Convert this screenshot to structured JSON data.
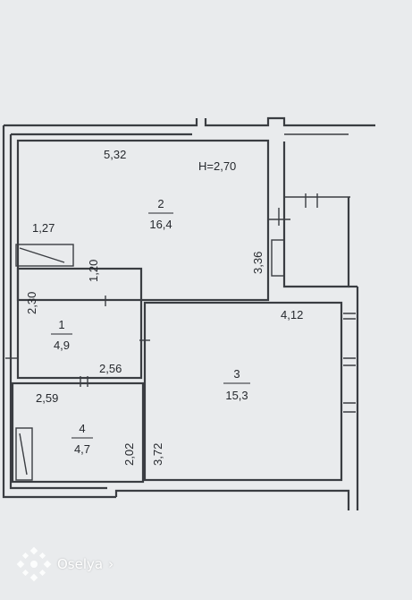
{
  "ceiling_height": "H=2,70",
  "rooms": [
    {
      "number": "1",
      "area": "4,9"
    },
    {
      "number": "2",
      "area": "16,4"
    },
    {
      "number": "3",
      "area": "15,3"
    },
    {
      "number": "4",
      "area": "4,7"
    }
  ],
  "dimensions": {
    "d_5_32": "5,32",
    "d_1_27": "1,27",
    "d_1_20": "1,20",
    "d_3_36": "3,36",
    "d_2_30": "2,30",
    "d_4_12": "4,12",
    "d_2_56": "2,56",
    "d_2_59": "2,59",
    "d_2_02": "2,02",
    "d_3_72": "3,72"
  },
  "watermark": {
    "brand": "Oselya",
    "arrow": "›",
    "icon": "oselya-logo-icon"
  }
}
